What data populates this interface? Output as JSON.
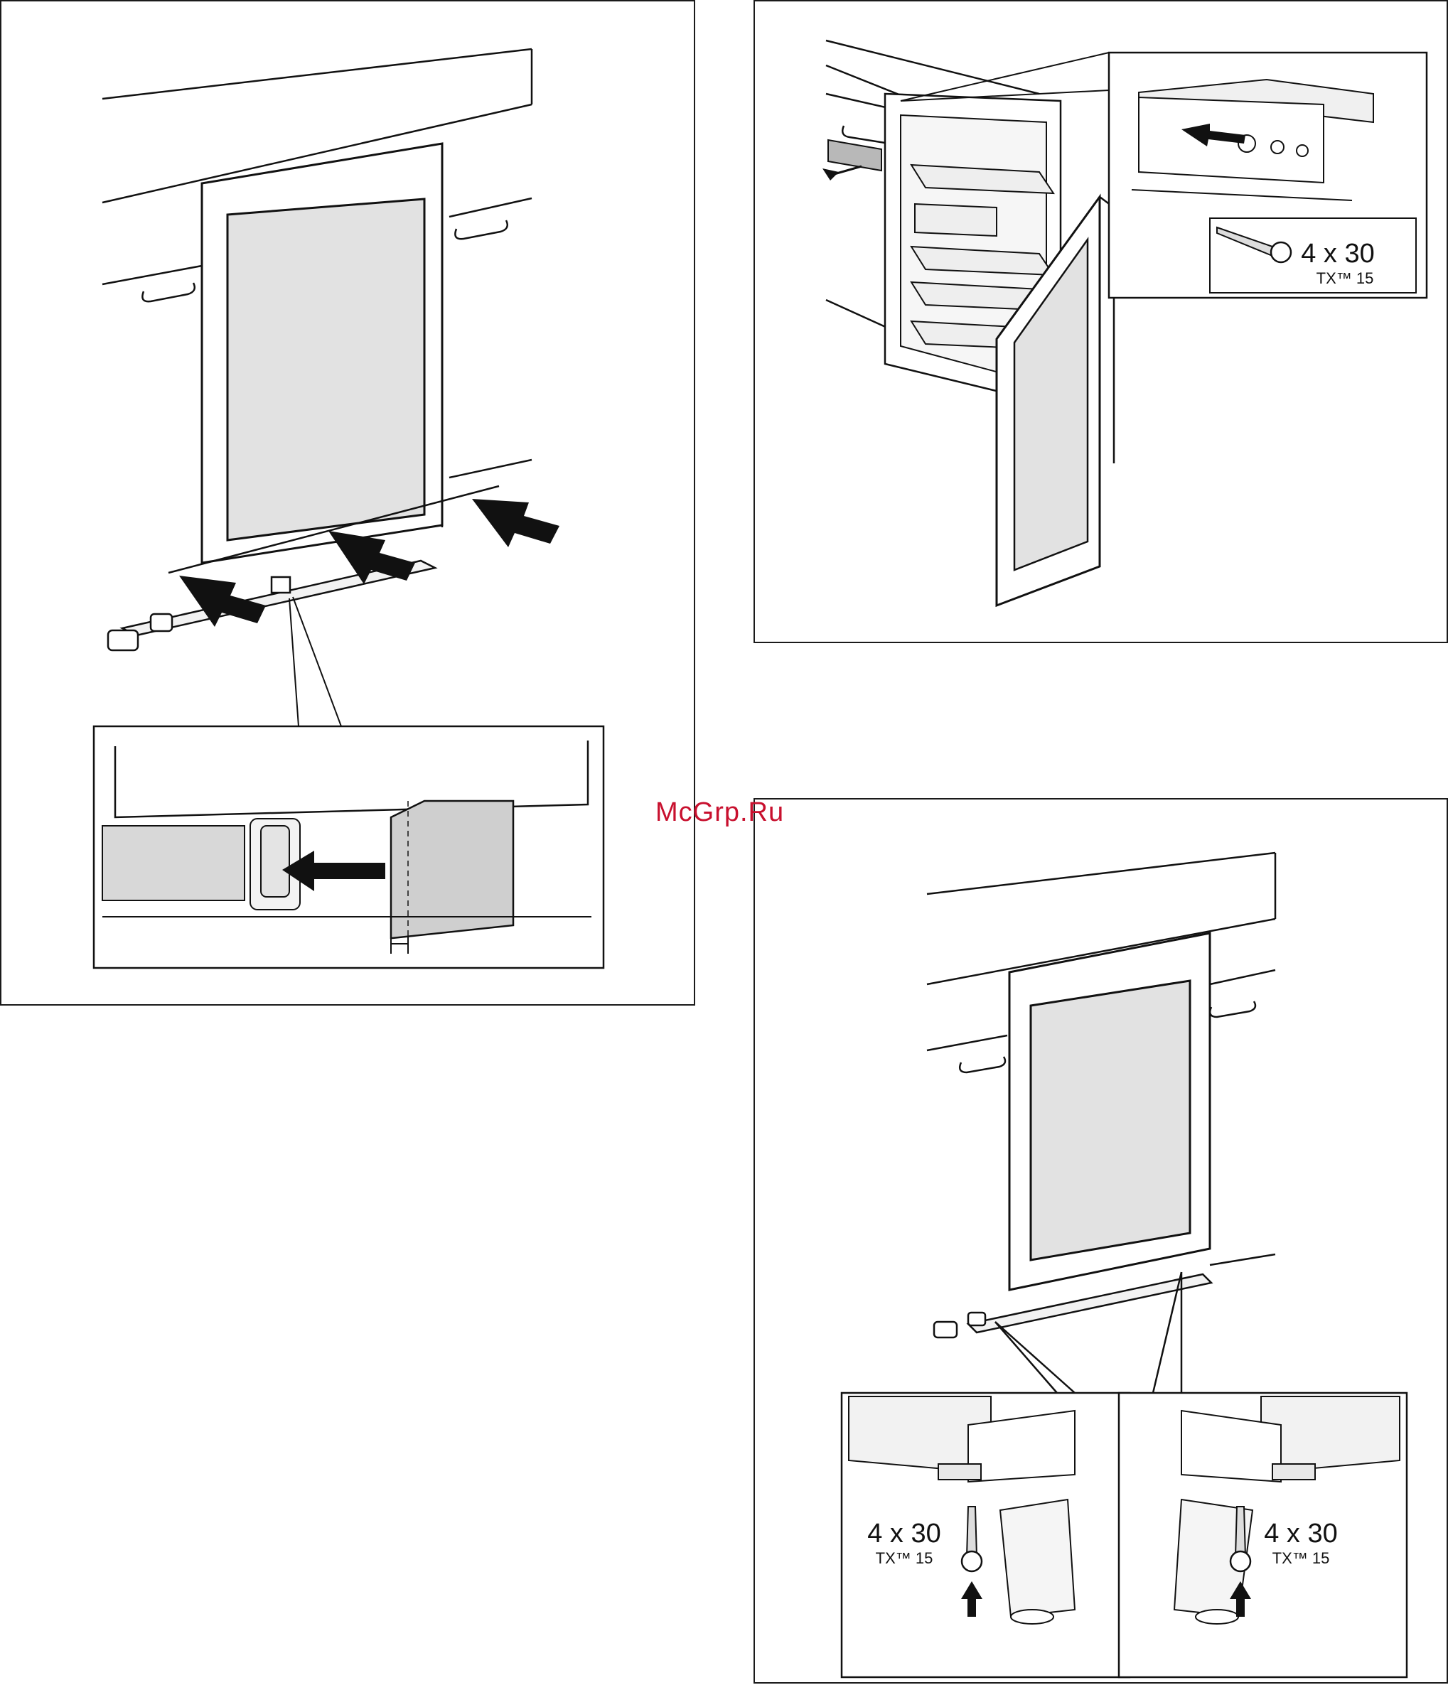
{
  "watermark": "McGrp.Ru",
  "panel_b": {
    "screw_qty": "4 x 30",
    "screw_drive": "TX™ 15"
  },
  "panel_c": {
    "left_screw_qty": "4 x 30",
    "left_screw_drive": "TX™ 15",
    "right_screw_qty": "4 x 30",
    "right_screw_drive": "TX™ 15"
  }
}
